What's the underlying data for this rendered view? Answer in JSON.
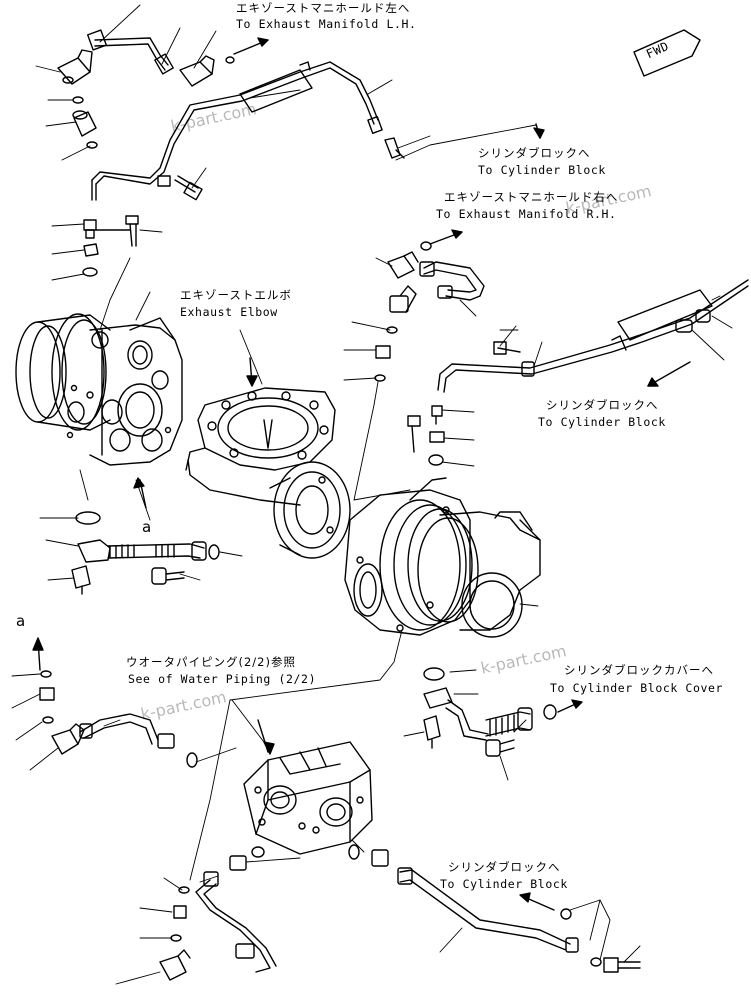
{
  "labels": {
    "exhaust_lh_jp": "エキゾーストマニホールド左へ",
    "exhaust_lh_en": "To Exhaust Manifold L.H.",
    "cyl_block_1_jp": "シリンダブロックへ",
    "cyl_block_1_en": "To Cylinder Block",
    "exhaust_rh_jp": "エキゾーストマニホールド右へ",
    "exhaust_rh_en": "To Exhaust Manifold R.H.",
    "elbow_jp": "エキゾーストエルボ",
    "elbow_en": "Exhaust Elbow",
    "cyl_block_2_jp": "シリンダブロックへ",
    "cyl_block_2_en": "To Cylinder Block",
    "water_jp": "ウオータパイピング(2/2)参照",
    "water_en": "See of Water Piping (2/2)",
    "cover_jp": "シリンダブロックカバーへ",
    "cover_en": "To Cylinder Block Cover",
    "cyl_block_3_jp": "シリンダブロックへ",
    "cyl_block_3_en": "To Cylinder Block",
    "fwd": "FWD",
    "detail_a_1": "a",
    "detail_a_2": "a"
  },
  "watermarks": [
    "k-part.com",
    "k-part.com",
    "k-part.com",
    "k-part.com"
  ]
}
